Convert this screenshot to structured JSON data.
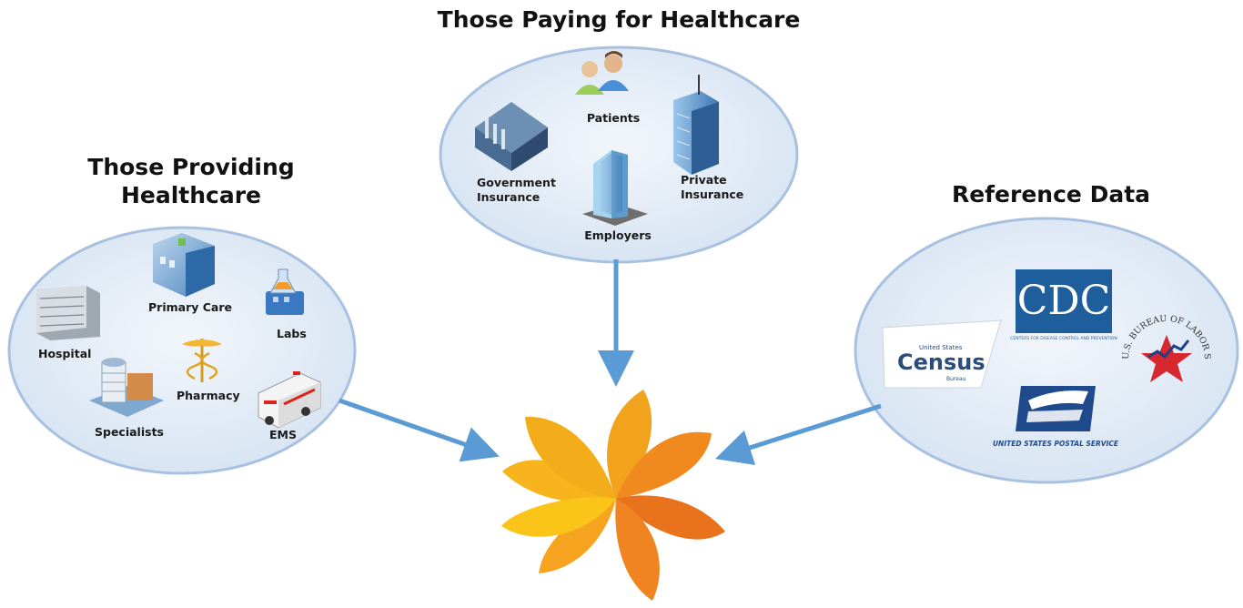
{
  "payers": {
    "title": "Those Paying for Healthcare",
    "items": [
      {
        "id": "patients",
        "label": "Patients",
        "icon": "patients-icon"
      },
      {
        "id": "government",
        "label": "Government\nInsurance",
        "icon": "government-building-icon"
      },
      {
        "id": "private",
        "label": "Private\nInsurance",
        "icon": "office-tower-icon"
      },
      {
        "id": "employers",
        "label": "Employers",
        "icon": "skyscraper-icon"
      }
    ]
  },
  "providers": {
    "title": "Those Providing\nHealthcare",
    "items": [
      {
        "id": "primary-care",
        "label": "Primary Care",
        "icon": "clinic-building-icon"
      },
      {
        "id": "hospital",
        "label": "Hospital",
        "icon": "hospital-building-icon"
      },
      {
        "id": "labs",
        "label": "Labs",
        "icon": "lab-flask-icon"
      },
      {
        "id": "pharmacy",
        "label": "Pharmacy",
        "icon": "caduceus-icon"
      },
      {
        "id": "specialists",
        "label": "Specialists",
        "icon": "specialist-building-icon"
      },
      {
        "id": "ems",
        "label": "EMS",
        "icon": "ambulance-icon"
      }
    ]
  },
  "reference": {
    "title": "Reference Data",
    "logos": {
      "cdc": {
        "name": "cdc-logo",
        "text": "CDC",
        "subtext": "CENTERS FOR DISEASE CONTROL AND PREVENTION"
      },
      "census": {
        "name": "census-logo",
        "small": "United States",
        "text": "Census",
        "sub": "Bureau"
      },
      "bls": {
        "name": "bls-logo",
        "ring": "U.S. BUREAU OF LABOR STATISTICS"
      },
      "usps": {
        "name": "usps-logo",
        "text": "UNITED STATES POSTAL SERVICE"
      }
    }
  },
  "hub": {
    "icon": "flower-logo-icon"
  },
  "colors": {
    "ellipse_fill": "#dde8f4",
    "ellipse_stroke": "#a9c1e1",
    "arrow": "#5b9bd5",
    "petal_yellow": "#f8b818",
    "petal_orange": "#f09020",
    "petal_dark": "#e87820"
  }
}
